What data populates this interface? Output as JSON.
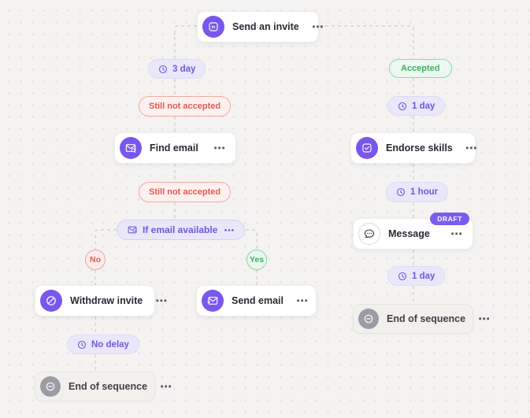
{
  "ui": {
    "more_label": "⋯"
  },
  "colors": {
    "canvas_bg": "#f4f3f1",
    "accent_purple": "#7957ec",
    "pill_purple_bg": "#eae7fb",
    "pill_purple_text": "#6c5bd9",
    "danger_text": "#e25b50",
    "danger_bg": "#fdf0ef",
    "danger_border": "#f0aba3",
    "success_text": "#3fae63",
    "success_bg": "#ecf9f1",
    "success_border": "#8ed9a5",
    "draft_badge_bg": "#7b5cf0",
    "gray_icon_bg": "#9d9ca3",
    "connector_line": "#d6d3ce"
  },
  "nodes": {
    "send_invite": {
      "label": "Send an invite",
      "icon": "linkedin-icon"
    },
    "find_email": {
      "label": "Find email",
      "icon": "email-search-icon"
    },
    "withdraw_invite": {
      "label": "Withdraw invite",
      "icon": "withdraw-icon"
    },
    "send_email": {
      "label": "Send email",
      "icon": "send-email-icon"
    },
    "endorse_skills": {
      "label": "Endorse skills",
      "icon": "endorse-check-icon"
    },
    "message": {
      "label": "Message",
      "icon": "chat-bubble-icon",
      "badge": "DRAFT"
    },
    "end_left": {
      "label": "End of sequence",
      "icon": "end-minus-icon"
    },
    "end_right": {
      "label": "End of sequence",
      "icon": "end-minus-icon"
    }
  },
  "condition_pills": {
    "still_not_accepted_1": "Still not accepted",
    "still_not_accepted_2": "Still not accepted",
    "accepted": "Accepted",
    "if_email_available": "If email available"
  },
  "delay_pills": {
    "delay_3_day": "3 day",
    "delay_1_day_top": "1 day",
    "delay_1_hour": "1 hour",
    "delay_1_day_bottom": "1 day",
    "no_delay": "No delay"
  },
  "branch_badges": {
    "no": "No",
    "yes": "Yes"
  }
}
